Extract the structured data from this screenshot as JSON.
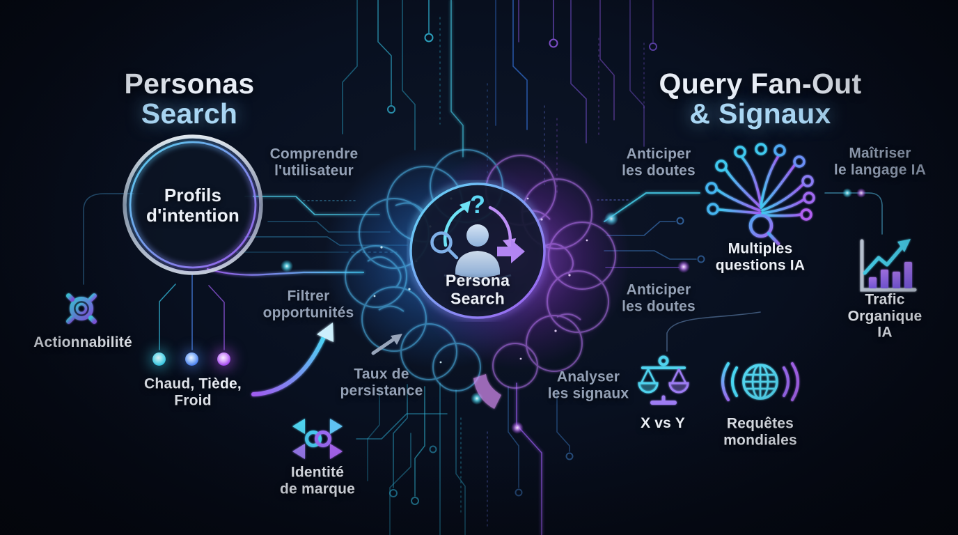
{
  "left": {
    "title": [
      "Personas",
      "Search"
    ],
    "intent_circle": [
      "Profils",
      "d'intention"
    ],
    "understand_user": [
      "Comprendre",
      "l'utilisateur"
    ],
    "actionability": [
      "Actionnabilité"
    ],
    "temperature_scale": [
      "Chaud, Tiède,",
      "Froid"
    ],
    "filter_opportunities": [
      "Filtrer",
      "opportunités"
    ],
    "persistence_rate": [
      "Taux de",
      "persistance"
    ],
    "brand_identity": [
      "Identité",
      "de marque"
    ]
  },
  "center": {
    "hub": [
      "Persona",
      "Search"
    ]
  },
  "right": {
    "title": [
      "Query Fan-Out",
      "& Signaux"
    ],
    "anticipate_doubts_top": [
      "Anticiper",
      "les doutes"
    ],
    "anticipate_doubts_bottom": [
      "Anticiper",
      "les doutes"
    ],
    "multiple_ai_questions": [
      "Multiples",
      "questions IA"
    ],
    "master_ai_language": [
      "Maîtriser",
      "le langage IA"
    ],
    "ai_organic_traffic": [
      "Trafic",
      "Organique",
      "IA"
    ],
    "analyze_signals": [
      "Analyser",
      "les signaux"
    ],
    "x_vs_y": [
      "X vs Y"
    ],
    "global_queries": [
      "Requêtes",
      "mondiales"
    ]
  },
  "icons": {
    "left": [
      "gear-icon",
      "temperature-dots",
      "growth-arrow-icon",
      "trend-arrow-icon",
      "brand-swap-icon"
    ],
    "center": [
      "brain-illustration",
      "question-mark-icon",
      "cycle-arrows-icon",
      "magnifier-icon",
      "person-icon",
      "forward-arrow-icon"
    ],
    "right": [
      "query-fanout-icon",
      "bar-chart-icon",
      "balance-scale-icon",
      "globe-waves-icon"
    ]
  },
  "colors": {
    "background": "#070b16",
    "accent_cyan": "#3fd9f2",
    "accent_blue": "#4f8af5",
    "accent_purple": "#a85cf0",
    "text_primary": "#edf1f8",
    "text_secondary": "#94a1b6",
    "title_highlight": "#a9d6f3",
    "dot_hot": "#38d8f2",
    "dot_warm": "#4f8af5",
    "dot_cold": "#b44df0"
  }
}
